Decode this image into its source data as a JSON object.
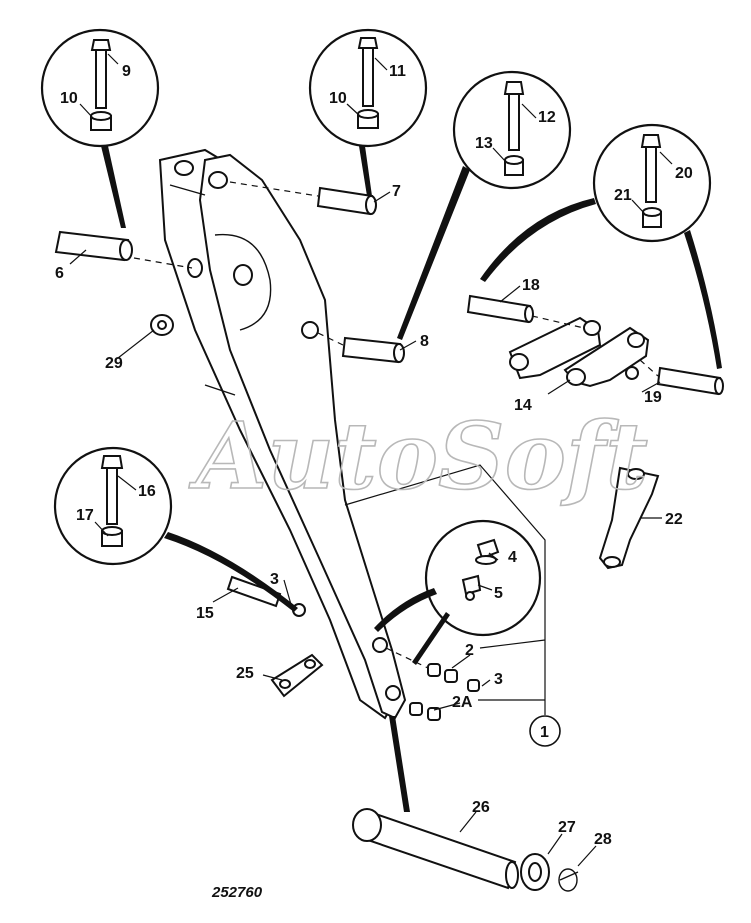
{
  "figure_number": "252760",
  "watermark": "AutoSoft",
  "callouts": {
    "c1": "1",
    "c2": "2",
    "c2a": "2A",
    "c3a": "3",
    "c3b": "3",
    "c4": "4",
    "c5": "5",
    "c6": "6",
    "c7": "7",
    "c8": "8",
    "c9": "9",
    "c10a": "10",
    "c10b": "10",
    "c11": "11",
    "c12": "12",
    "c13": "13",
    "c14": "14",
    "c15": "15",
    "c16": "16",
    "c17": "17",
    "c18": "18",
    "c19": "19",
    "c20": "20",
    "c21": "21",
    "c22": "22",
    "c25": "25",
    "c26": "26",
    "c27": "27",
    "c28": "28",
    "c29": "29"
  },
  "colors": {
    "ink": "#111111",
    "watermark": "#b8b8b8",
    "shade": "#d9d9d9"
  }
}
